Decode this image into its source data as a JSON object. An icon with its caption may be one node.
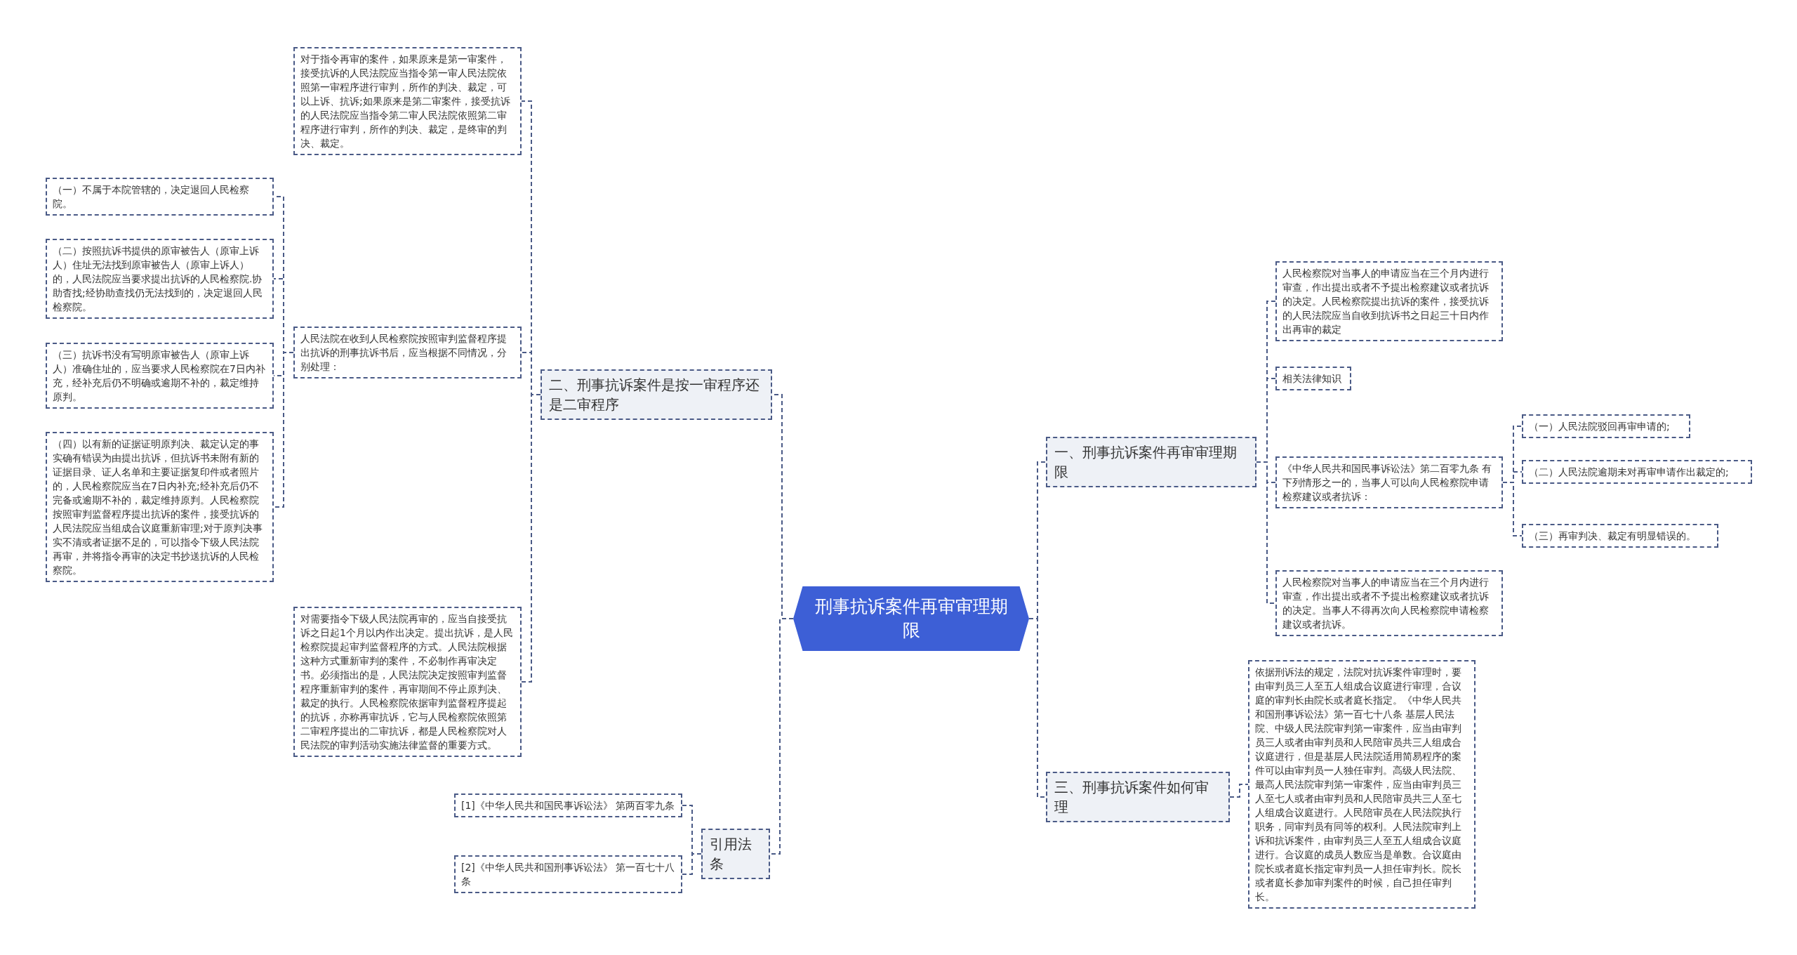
{
  "diagram": {
    "nodes": [
      {
        "text": [
          "刑事抗诉案件再审审理期限"
        ]
      },
      {
        "text": [
          "一、刑事抗诉案件再审审理期限"
        ]
      },
      {
        "text": [
          "人民检察院对当事人的申请应当在三个月内进行审查，作出提出或者不予提出检察建议或者抗诉的决定。人民检察院提出抗诉的案件，接受抗诉的人民法院应当自收到抗诉书之日起三十日内作出再审的裁定"
        ]
      },
      {
        "text": [
          "相关法律知识"
        ]
      },
      {
        "text": [
          "《中华人民共和国民事诉讼法》第二百零九条 有下列情形之一的，当事人可以向人民检察院申请检察建议或者抗诉："
        ]
      },
      {
        "text": [
          "（一）人民法院驳回再审申请的;"
        ]
      },
      {
        "text": [
          "（二）人民法院逾期未对再审申请作出裁定的;"
        ]
      },
      {
        "text": [
          "（三）再审判决、裁定有明显错误的。"
        ]
      },
      {
        "text": [
          "人民检察院对当事人的申请应当在三个月内进行审查，作出提出或者不予提出检察建议或者抗诉的决定。当事人不得再次向人民检察院申请检察建议或者抗诉。"
        ]
      },
      {
        "text": [
          "三、刑事抗诉案件如何审理"
        ]
      },
      {
        "text": [
          "依据刑诉法的规定，法院对抗诉案件审理时，要由审判员三人至五人组成合议庭进行审理，合议庭的审判长由院长或者庭长指定。《中华人民共和国刑事诉讼法》第一百七十八条 基层人民法院、中级人民法院审判第一审案件，应当由审判员三人或者由审判员和人民陪审员共三人组成合议庭进行，但是基层人民法院适用简易程序的案件可以由审判员一人独任审判。高级人民法院、最高人民法院审判第一审案件，应当由审判员三人至七人或者由审判员和人民陪审员共三人至七人组成合议庭进行。人民陪审员在人民法院执行职务，同审判员有同等的权利。人民法院审判上诉和抗诉案件，由审判员三人至五人组成合议庭进行。合议庭的成员人数应当是单数。合议庭由院长或者庭长指定审判员一人担任审判长。院长或者庭长参加审判案件的时候，自己担任审判长。"
        ]
      },
      {
        "text": [
          "二、刑事抗诉案件是按一审程序还是二审程序"
        ]
      },
      {
        "text": [
          "对于指令再审的案件，如果原来是第一审案件，接受抗诉的人民法院应当指令第一审人民法院依照第一审程序进行审判，所作的判决、裁定，可以上诉、抗诉;如果原来是第二审案件，接受抗诉的人民法院应当指令第二审人民法院依照第二审程序进行审判，所作的判决、裁定，是终审的判决、裁定。"
        ]
      },
      {
        "text": [
          "人民法院在收到人民检察院按照审判监督程序提出抗诉的刑事抗诉书后，应当根据不同情况，分别处理："
        ]
      },
      {
        "text": [
          "（一）不属于本院管辖的，决定退回人民检察院。"
        ]
      },
      {
        "text": [
          "（二）按照抗诉书提供的原审被告人（原审上诉人）住址无法找到原审被告人（原审上诉人）的，人民法院应当要求提出抗诉的人民检察院.协助杳找;经协助查找仍无法找到的，决定退回人民检察院。"
        ]
      },
      {
        "text": [
          "（三）抗诉书没有写明原审被告人（原审上诉人）准确住址的，应当要求人民检察院在7日内补充，经补充后仍不明确或逾期不补的，裁定维持原判。"
        ]
      },
      {
        "text": [
          "（四）以有新的证据证明原判决、裁定认定的事实确有错误为由提出抗诉，但抗诉书未附有新的证据目录、证人名单和主要证据复印件或者照片的，人民检察院应当在7日内补充;经补充后仍不完备或逾期不补的，裁定维持原判。人民检察院按照审判监督程序提出抗诉的案件，接受抗诉的人民法院应当组成合议庭重新审理;对于原判决事实不清或者证据不足的，可以指令下级人民法院再审，并将指令再审的决定书抄送抗诉的人民检察院。"
        ]
      },
      {
        "text": [
          "对需要指令下级人民法院再审的，应当自接受抗诉之日起1个月以内作出决定。提出抗诉，是人民检察院提起审判监督程序的方式。人民法院根据这种方式重新审判的案件，不必制作再审决定书。必须指出的是，人民法院决定按照审判监督程序重新审判的案件，再审期间不停止原判决、裁定的执行。人民检察院依据审判监督程序提起的抗诉，亦称再审抗诉，它与人民检察院依照第二审程序提出的二审抗诉，都是人民检察院对人民法院的审判活动实施法律监督的重要方式。"
        ]
      },
      {
        "text": [
          "引用法条"
        ]
      },
      {
        "text": [
          "[1]《中华人民共和国民事诉讼法》 第两百零九条"
        ]
      },
      {
        "text": [
          "[2]《中华人民共和国刑事诉讼法》 第一百七十八条"
        ]
      }
    ],
    "edges": [
      {
        "from": 0,
        "to": 1,
        "arrow": "none"
      },
      {
        "from": 1,
        "to": 2,
        "arrow": "none"
      },
      {
        "from": 1,
        "to": 3,
        "arrow": "none"
      },
      {
        "from": 1,
        "to": 4,
        "arrow": "none"
      },
      {
        "from": 4,
        "to": 5,
        "arrow": "none"
      },
      {
        "from": 4,
        "to": 6,
        "arrow": "none"
      },
      {
        "from": 4,
        "to": 7,
        "arrow": "none"
      },
      {
        "from": 1,
        "to": 8,
        "arrow": "none"
      },
      {
        "from": 0,
        "to": 9,
        "arrow": "none"
      },
      {
        "from": 9,
        "to": 10,
        "arrow": "none"
      },
      {
        "from": 0,
        "to": 11,
        "arrow": "none"
      },
      {
        "from": 11,
        "to": 12,
        "arrow": "none"
      },
      {
        "from": 11,
        "to": 13,
        "arrow": "none"
      },
      {
        "from": 13,
        "to": 14,
        "arrow": "none"
      },
      {
        "from": 13,
        "to": 15,
        "arrow": "none"
      },
      {
        "from": 13,
        "to": 16,
        "arrow": "none"
      },
      {
        "from": 13,
        "to": 17,
        "arrow": "none"
      },
      {
        "from": 11,
        "to": 18,
        "arrow": "none"
      },
      {
        "from": 0,
        "to": 19,
        "arrow": "none"
      },
      {
        "from": 19,
        "to": 20,
        "arrow": "none"
      },
      {
        "from": 19,
        "to": 21,
        "arrow": "none"
      }
    ]
  }
}
